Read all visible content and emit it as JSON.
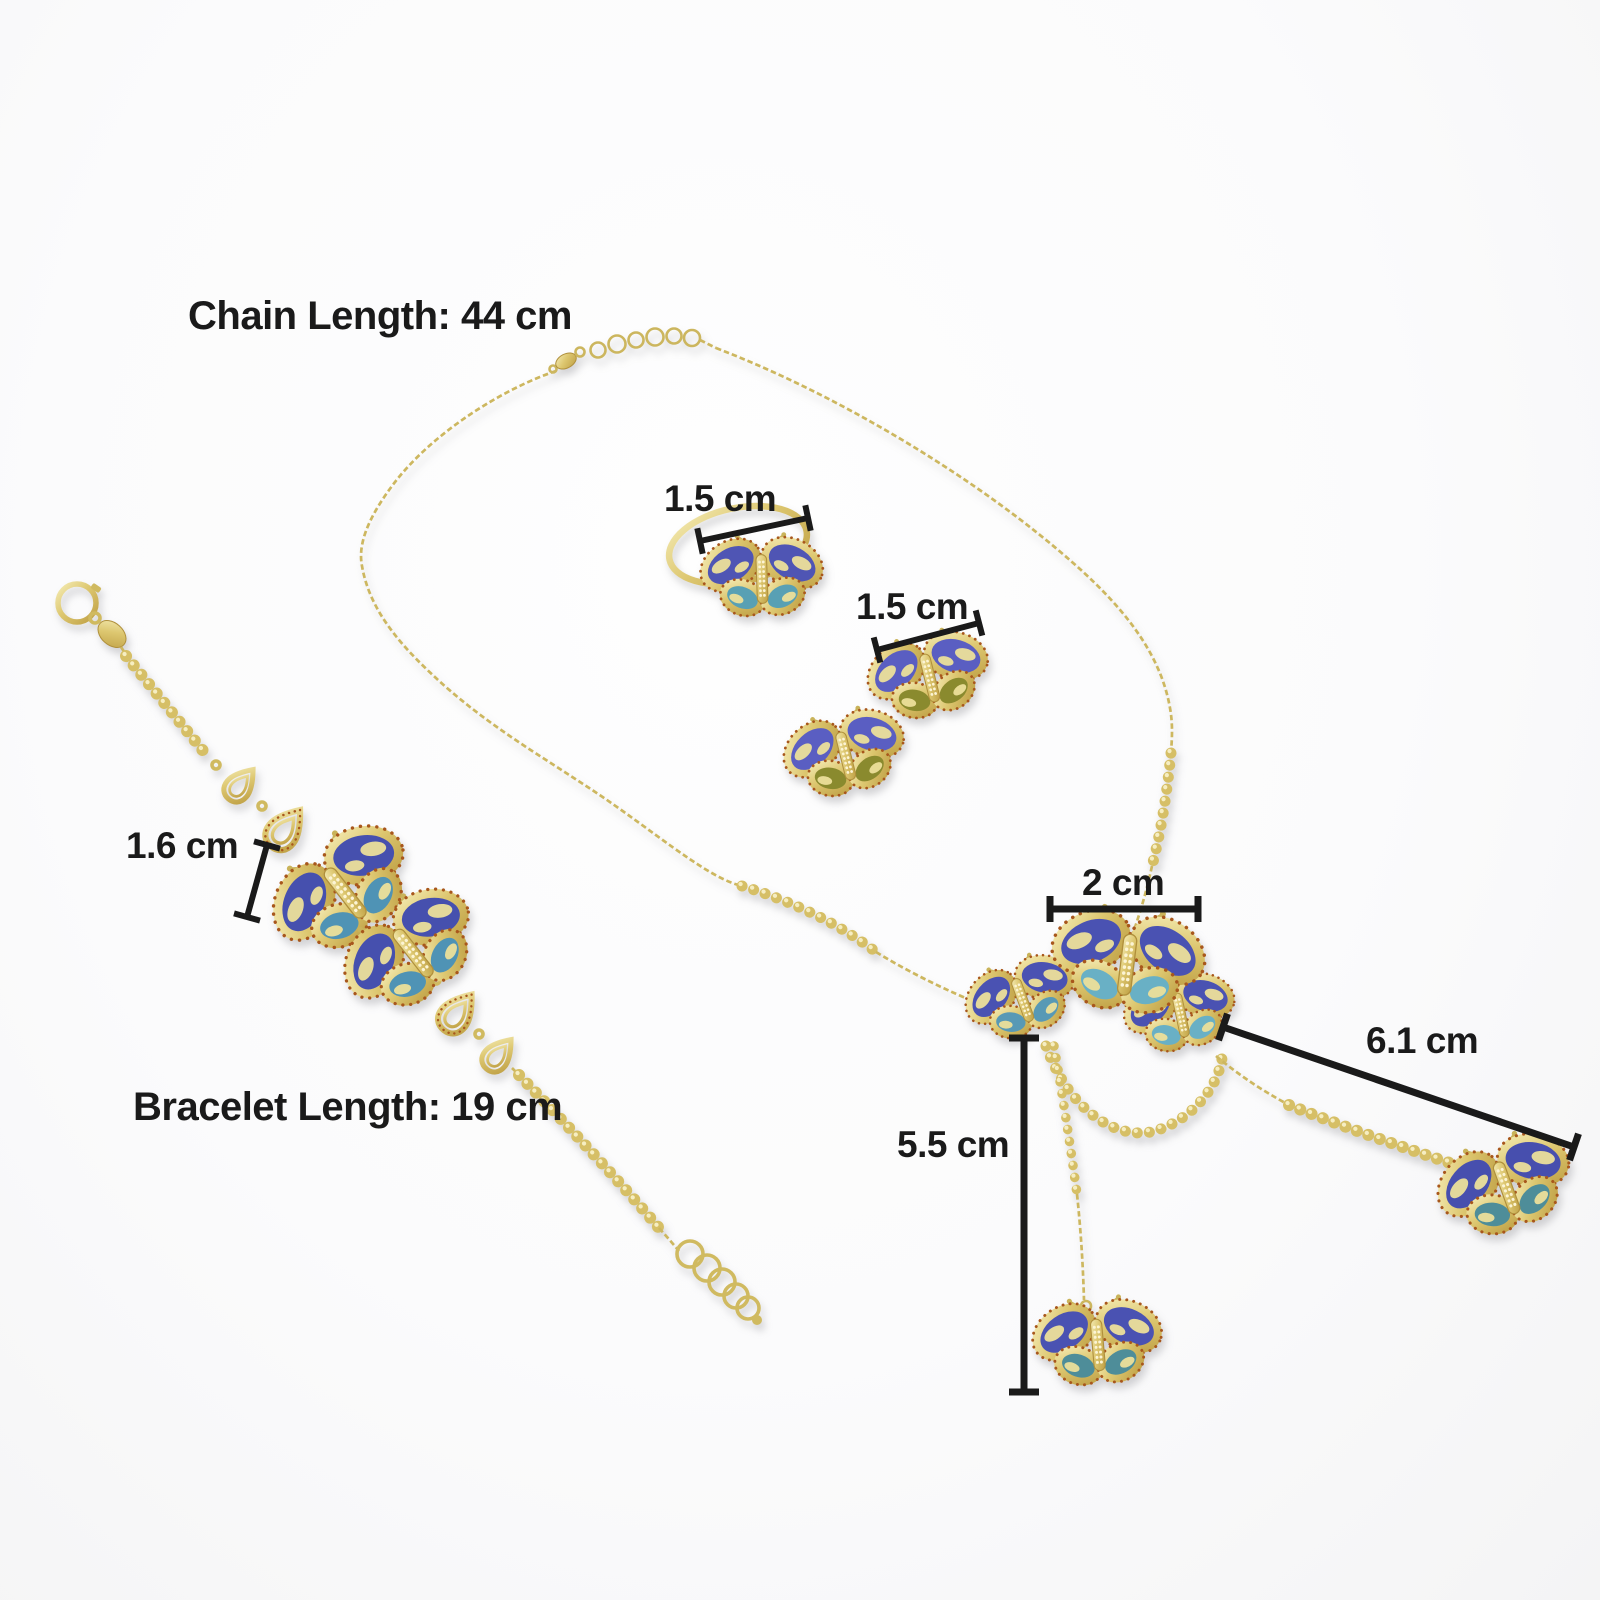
{
  "product": {
    "pieces": [
      "necklace",
      "bracelet",
      "ring",
      "earrings"
    ],
    "labels": {
      "chain_length": "Chain Length: 44 cm",
      "bracelet_length": "Bracelet Length: 19 cm",
      "ring_butterfly_width": "1.5 cm",
      "earring_butterfly_width": "1.5 cm",
      "bracelet_butterfly_height": "1.6 cm",
      "pendant_butterfly_width": "2 cm",
      "side_drop_length": "6.1 cm",
      "center_drop_length": "5.5 cm"
    },
    "colors": {
      "gold": "#d9c36a",
      "gold_dark": "#b0903c",
      "wing_blue": "#4a52b2",
      "wing_teal": "#5899b5",
      "wing_light_blue": "#69b0c5",
      "wing_olive": "#8a8a2e",
      "stone_accent": "#a8571c",
      "annotation_text": "#1a1a1a",
      "background": "#fbfbfc"
    }
  }
}
